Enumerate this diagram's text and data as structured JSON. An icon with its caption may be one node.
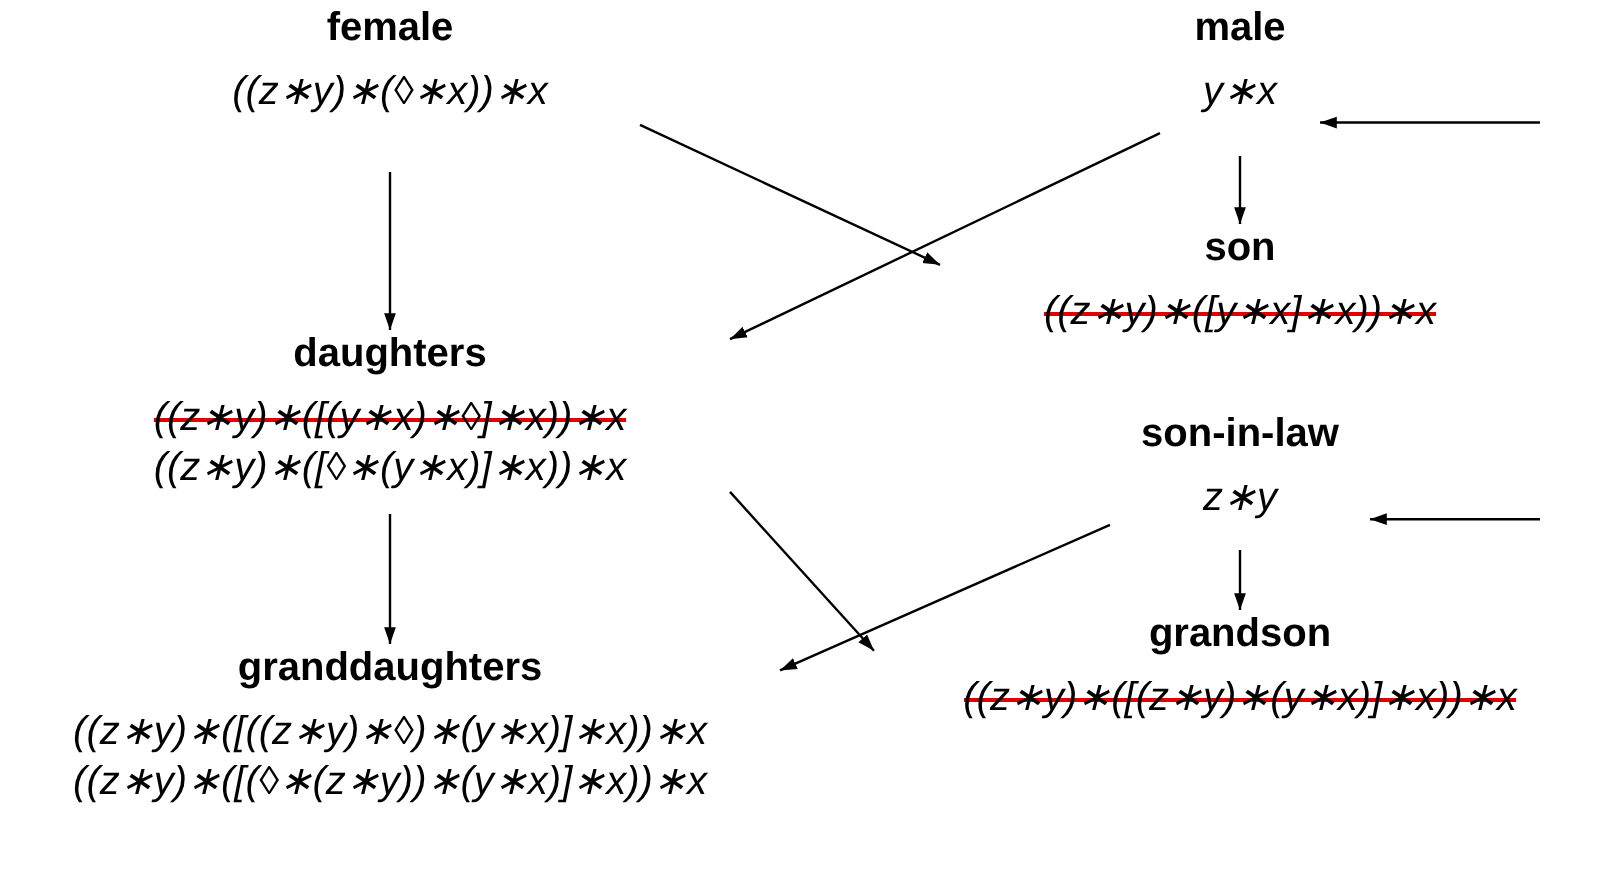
{
  "diagram": {
    "nodes": [
      {
        "text": [
          "female",
          "((z∗y)∗(◊∗x))∗x"
        ]
      },
      {
        "text": [
          "male",
          "y∗x"
        ]
      },
      {
        "text": [
          "son",
          "((z∗y)∗([y∗x]∗x))∗x"
        ]
      },
      {
        "text": [
          "daughters",
          "((z∗y)∗([(y∗x)∗◊]∗x))∗x",
          "((z∗y)∗([◊∗(y∗x)]∗x))∗x"
        ]
      },
      {
        "text": [
          "son-in-law",
          "z∗y"
        ]
      },
      {
        "text": [
          "grandson",
          "((z∗y)∗([(z∗y)∗(y∗x)]∗x))∗x"
        ]
      },
      {
        "text": [
          "granddaughters",
          "((z∗y)∗([((z∗y)∗◊)∗(y∗x)]∗x))∗x",
          "((z∗y)∗([(◊∗(z∗y))∗(y∗x)]∗x))∗x"
        ]
      }
    ],
    "edges": [
      {
        "from": 0,
        "to": 3,
        "arrow": "to"
      },
      {
        "from": 0,
        "to": 2,
        "arrow": "to"
      },
      {
        "from": null,
        "to": 1,
        "arrow": "to"
      },
      {
        "from": 1,
        "to": 2,
        "arrow": "to"
      },
      {
        "from": 1,
        "to": 3,
        "arrow": "to"
      },
      {
        "from": 3,
        "to": 5,
        "arrow": "to"
      },
      {
        "from": null,
        "to": 4,
        "arrow": "to"
      },
      {
        "from": 4,
        "to": 5,
        "arrow": "to"
      },
      {
        "from": 4,
        "to": 6,
        "arrow": "to"
      },
      {
        "from": 3,
        "to": 6,
        "arrow": "to"
      }
    ]
  }
}
